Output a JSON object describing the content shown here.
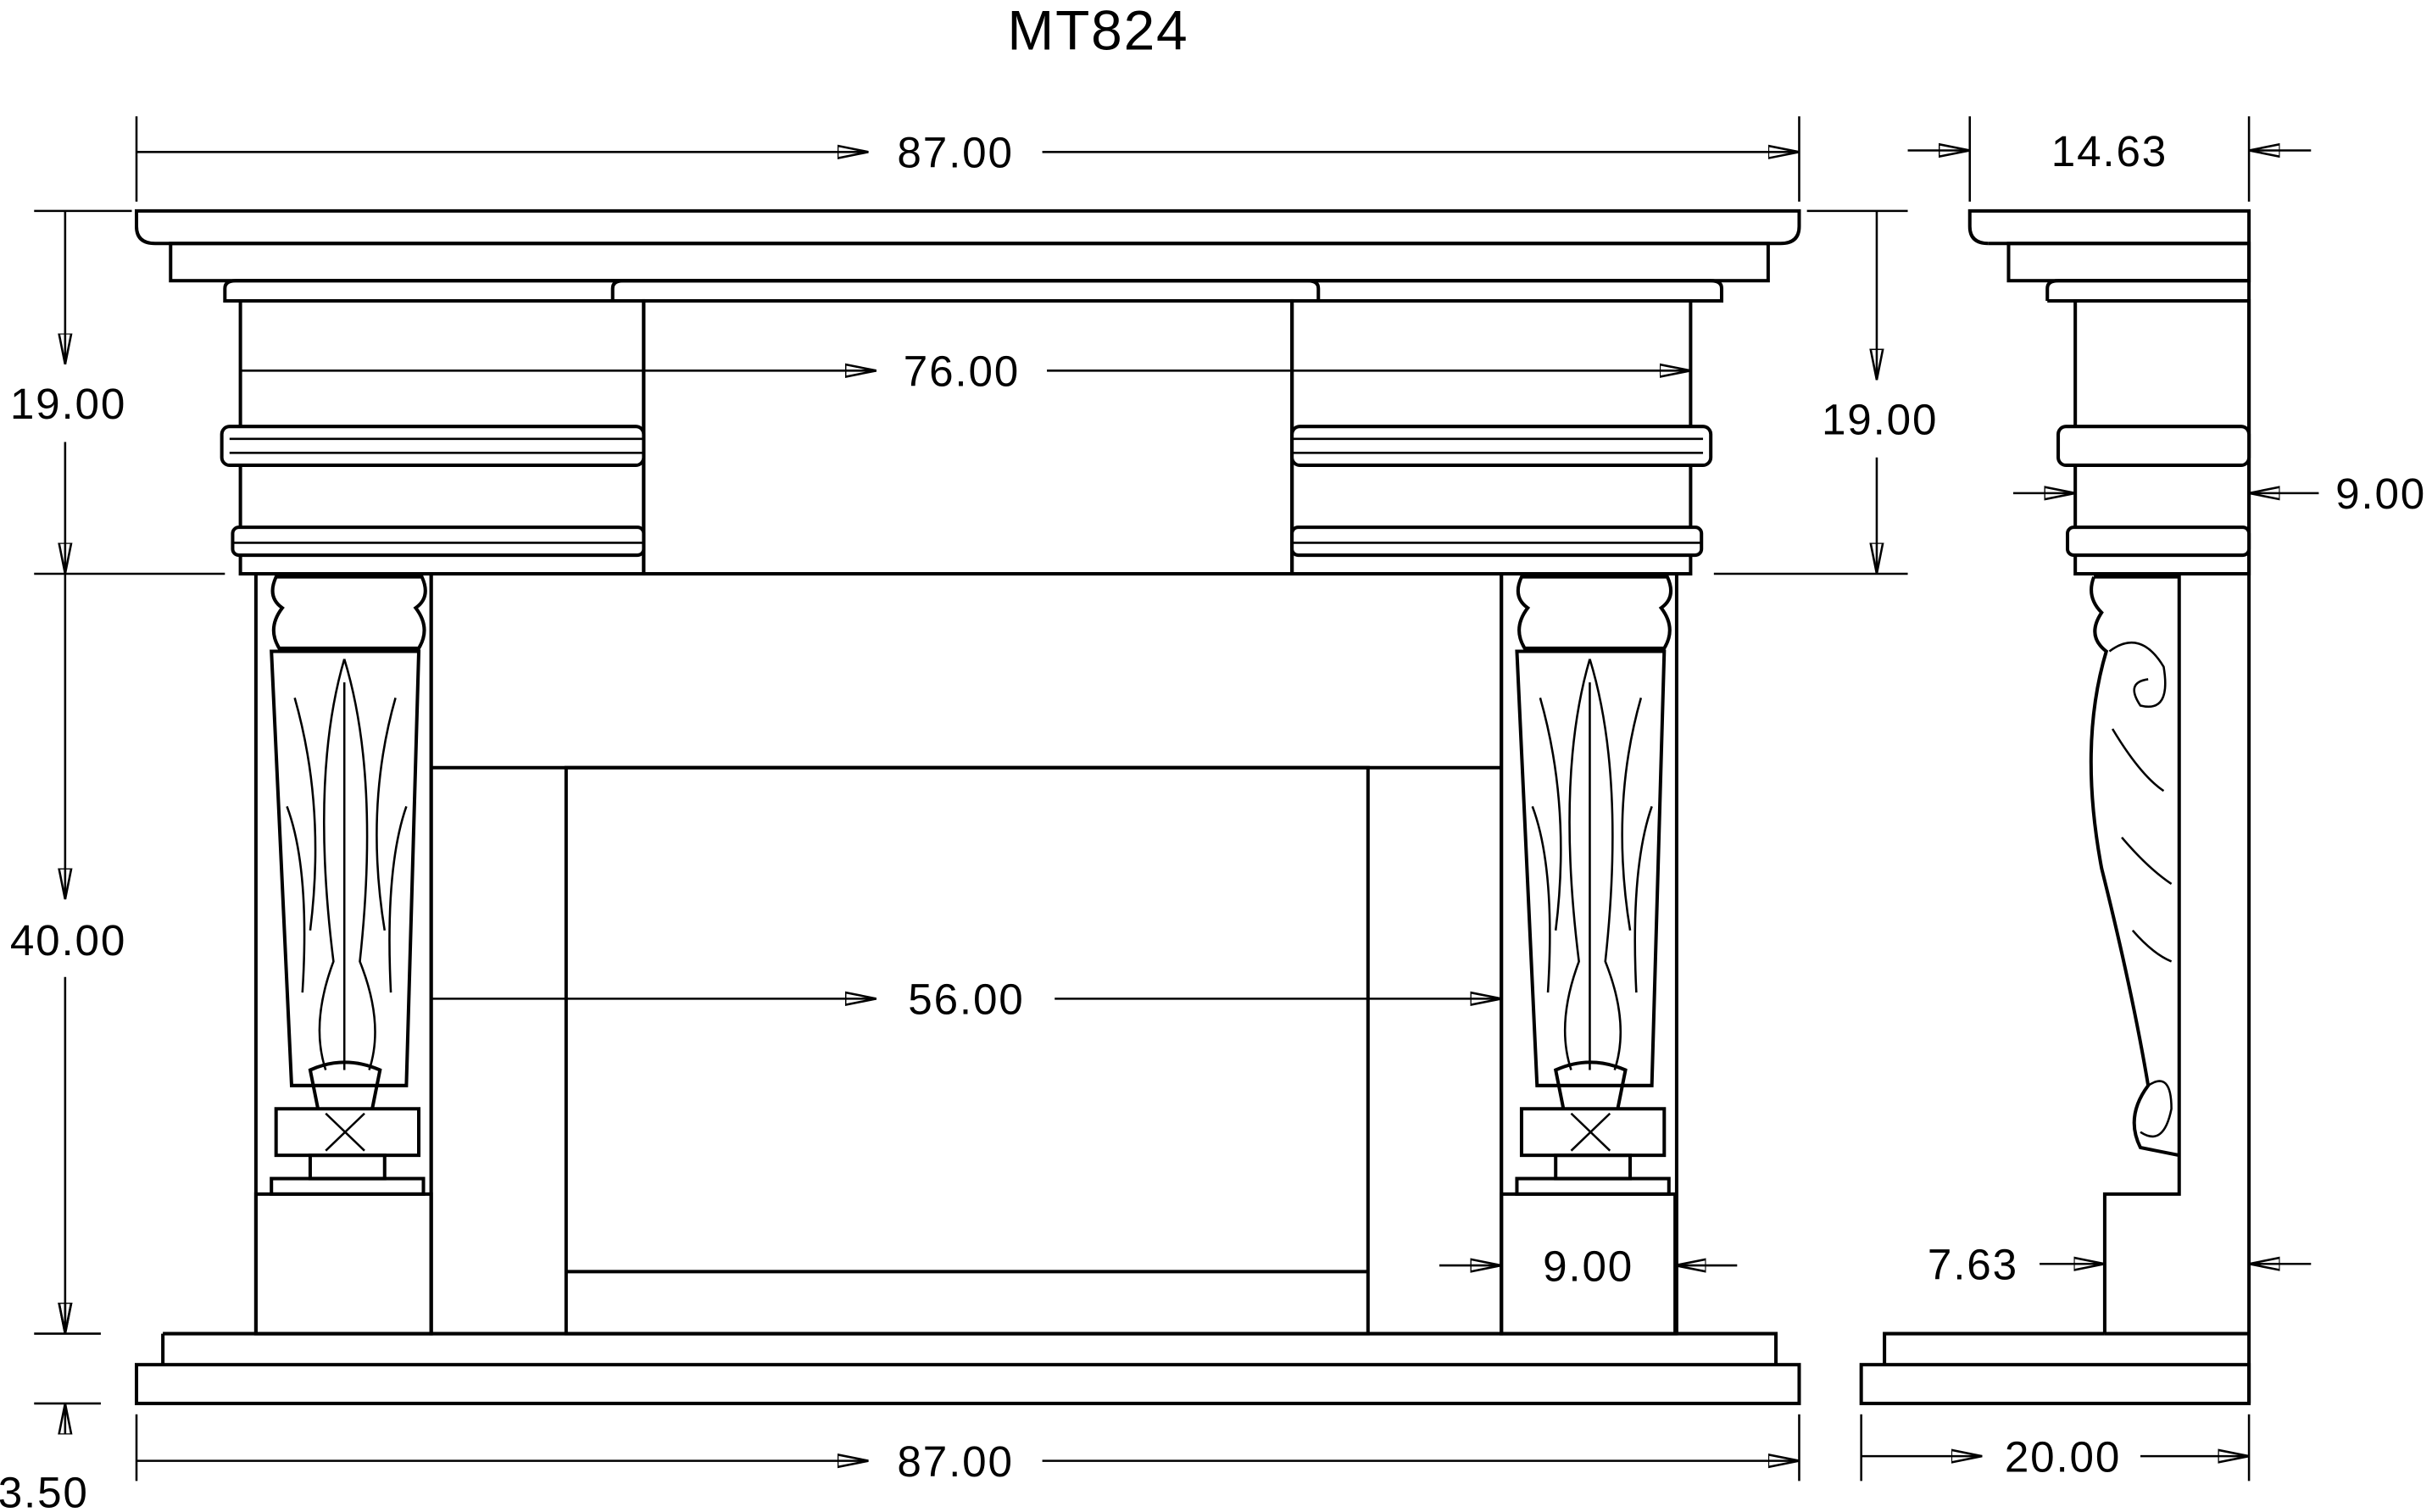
{
  "title": "MT824",
  "front_view": {
    "overall_width_top": "87.00",
    "frieze_width": "76.00",
    "mantel_height": "19.00",
    "opening_height": "40.00",
    "hearth_height": "3.50",
    "overall_width_bottom": "87.00",
    "opening_width": "56.00",
    "pilaster_base_width": "9.00"
  },
  "side_view": {
    "shelf_depth": "14.63",
    "mantel_height": "19.00",
    "frieze_depth": "9.00",
    "leg_depth": "7.63",
    "hearth_depth": "20.00"
  }
}
